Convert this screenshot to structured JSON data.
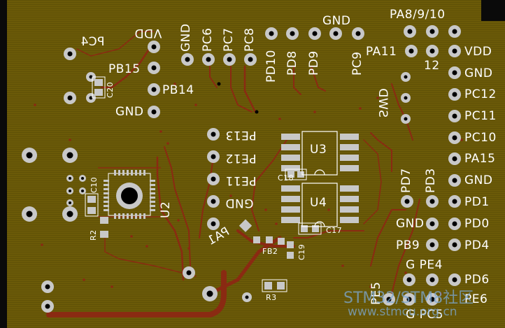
{
  "board": {
    "colors": {
      "substrate": "#6b5a08",
      "trace": "#8a2a12",
      "silk": "#ffffff",
      "pad": "#c8c8c8",
      "hole": "#000000"
    }
  },
  "labels": {
    "pc4": "PC4",
    "vdd_left": "VDD",
    "pb15": "PB15",
    "pb14": "PB14",
    "gnd_left": "GND",
    "c20": "C20",
    "c10": "C10",
    "r2": "R2",
    "u2": "U2",
    "gnd_top_row": "GND",
    "pc6": "PC6",
    "pc7": "PC7",
    "pc8": "PC8",
    "pd10": "PD10",
    "pd8": "PD8",
    "pd9": "PD9",
    "pc9": "PC9",
    "gnd_top": "GND",
    "pa8_9_10": "PA8/9/10",
    "pa11": "PA11",
    "pa12": "12",
    "swd": "SWD",
    "vdd_right": "VDD",
    "gnd_right_1": "GND",
    "pc12": "PC12",
    "pc11": "PC11",
    "pc10": "PC10",
    "pa15": "PA15",
    "gnd_right_2": "GND",
    "pd1": "PD1",
    "pd0": "PD0",
    "pd4": "PD4",
    "pd7": "PD7",
    "pd3": "PD3",
    "gnd_mid": "GND",
    "pb9": "PB9",
    "g_pe4": "G PE4",
    "pe5": "PE5",
    "pd6": "PD6",
    "pe6": "PE6",
    "g_pc5": "G PC5",
    "pe13": "PE13",
    "pe12": "PE12",
    "pe11": "PE11",
    "gnd_pe": "GND",
    "pa1": "PA1",
    "u3": "U3",
    "u4": "U4",
    "c18": "C18",
    "c17": "C17",
    "fb2": "FB2",
    "c19": "C19",
    "r3": "R3"
  },
  "watermark": {
    "line1": "STM32/STM8社区",
    "line2": "www.stmcu.org.cn"
  }
}
